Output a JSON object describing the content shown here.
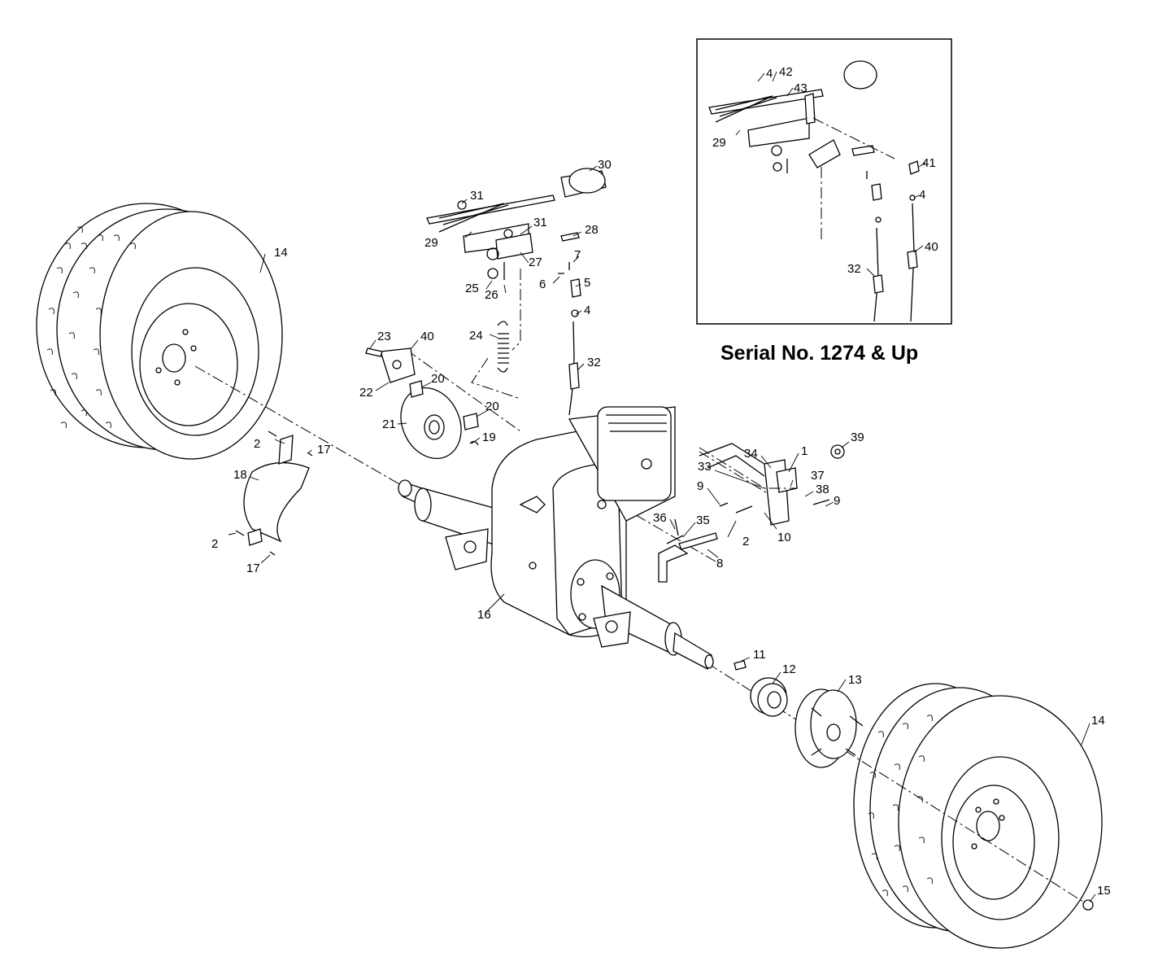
{
  "inset": {
    "caption": "Serial No. 1274 & Up"
  },
  "callouts": {
    "main": [
      "14",
      "2",
      "17",
      "18",
      "2",
      "17",
      "23",
      "40",
      "22",
      "20",
      "21",
      "20",
      "19",
      "31",
      "30",
      "29",
      "31",
      "28",
      "27",
      "7",
      "25",
      "26",
      "6",
      "5",
      "4",
      "24",
      "32",
      "16",
      "36",
      "35",
      "8",
      "33",
      "9",
      "34",
      "1",
      "37",
      "38",
      "9",
      "2",
      "10",
      "39",
      "11",
      "12",
      "13",
      "14",
      "15"
    ],
    "inset": [
      "4",
      "42",
      "43",
      "29",
      "41",
      "4",
      "40",
      "32"
    ]
  }
}
